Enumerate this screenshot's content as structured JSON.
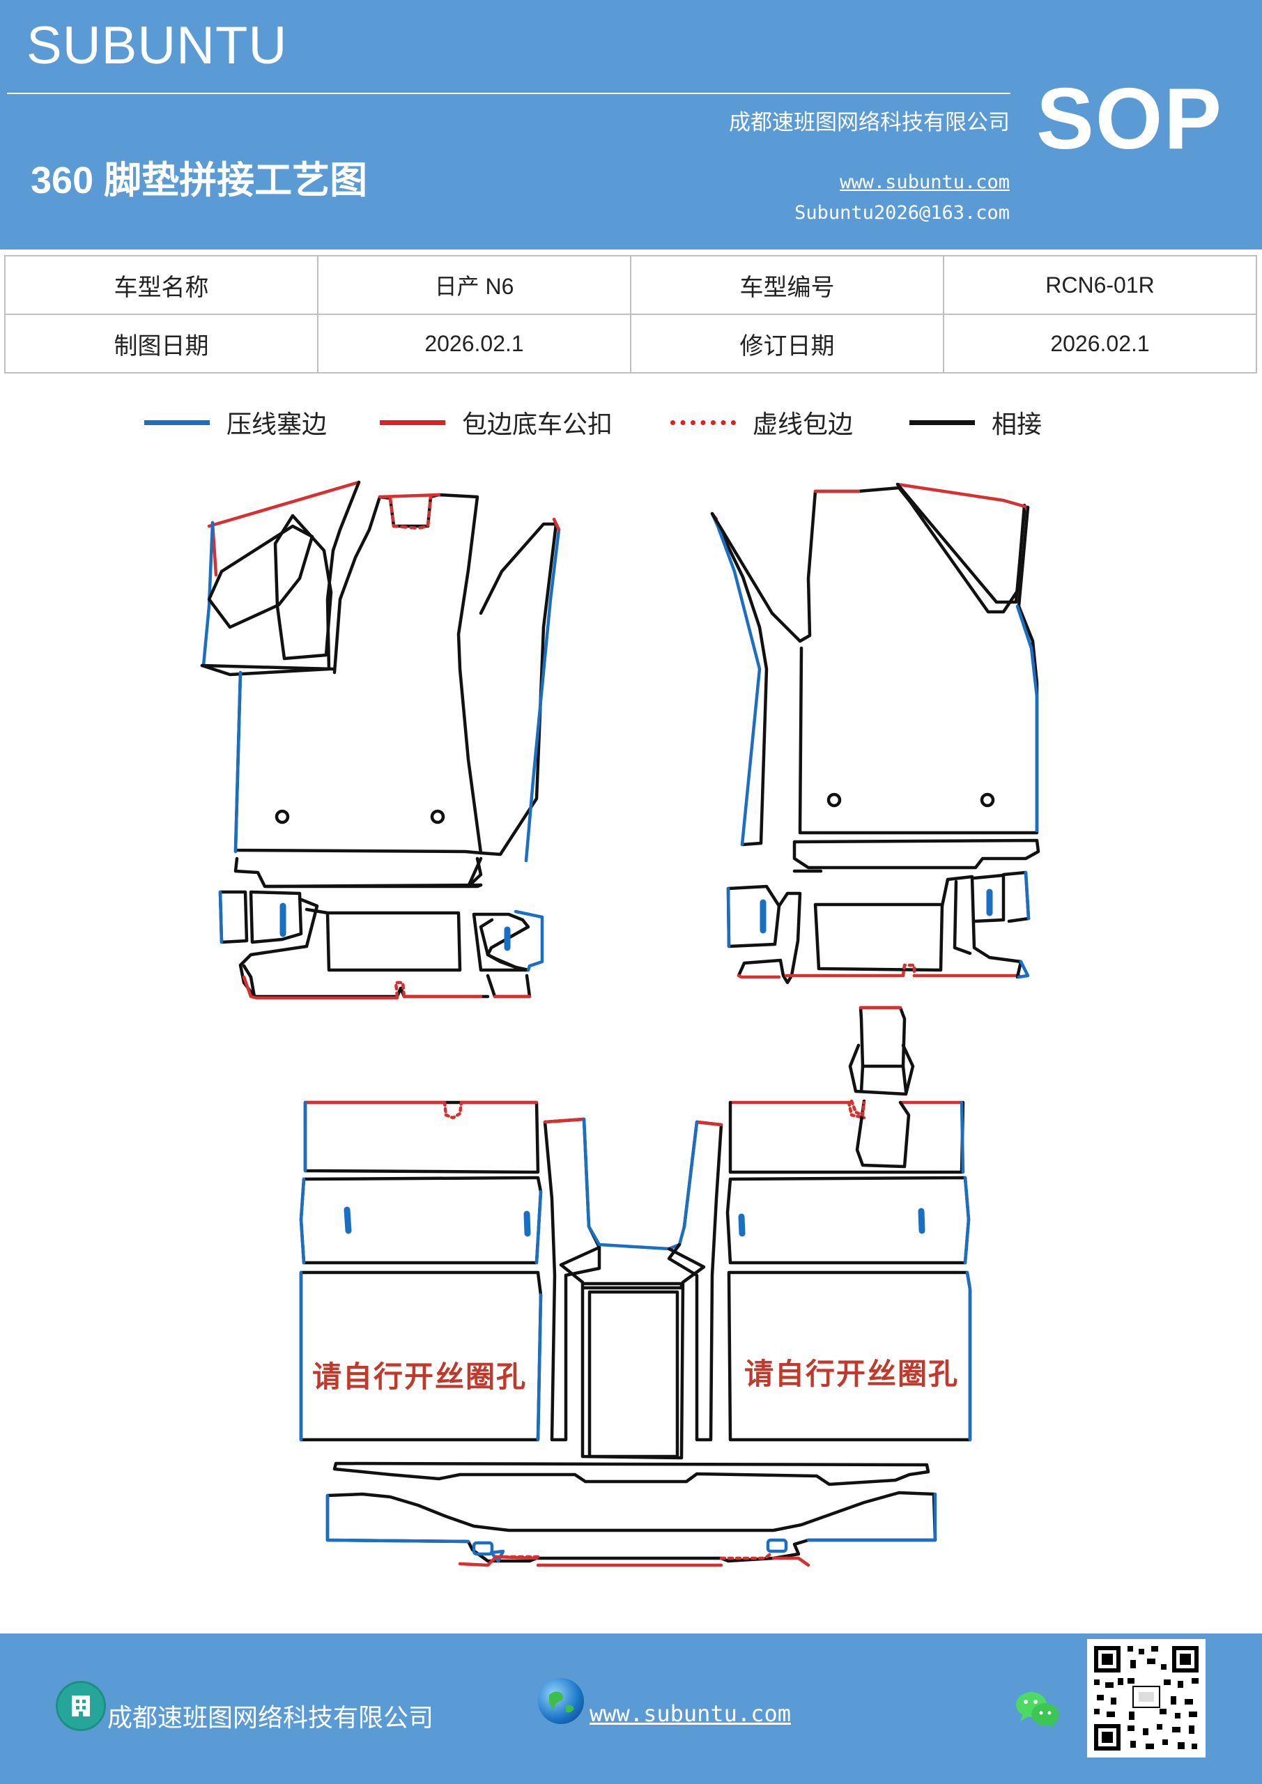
{
  "header": {
    "brand": "SUBUNTU",
    "company": "成都速班图网络科技有限公司",
    "title": "360 脚垫拼接工艺图",
    "website": "www.subuntu.com",
    "email": "Subuntu2026@163.com",
    "badge": "SOP",
    "background_color": "#5b9bd5"
  },
  "info_table": {
    "row1": {
      "label1": "车型名称",
      "value1": "日产 N6",
      "label2": "车型编号",
      "value2": "RCN6-01R"
    },
    "row2": {
      "label1": "制图日期",
      "value1": "2026.02.1",
      "label2": "修订日期",
      "value2": "2026.02.1"
    }
  },
  "legend": [
    {
      "label": "压线塞边",
      "color": "#1b6fc2",
      "style": "solid"
    },
    {
      "label": "包边底车公扣",
      "color": "#e02020",
      "style": "solid"
    },
    {
      "label": "虚线包边",
      "color": "#e02020",
      "style": "dotted"
    },
    {
      "label": "相接",
      "color": "#111111",
      "style": "solid"
    }
  ],
  "drawing": {
    "note_left": "请自行开丝圈孔",
    "note_right": "请自行开丝圈孔",
    "colors": {
      "press_line": "#1b6fc2",
      "edge": "#d63030",
      "joint": "#111111"
    }
  },
  "footer": {
    "company": "成都速班图网络科技有限公司",
    "website": "www.subuntu.com",
    "icons": [
      "building-icon",
      "globe-icon",
      "wechat-icon",
      "qr-code-icon"
    ]
  }
}
